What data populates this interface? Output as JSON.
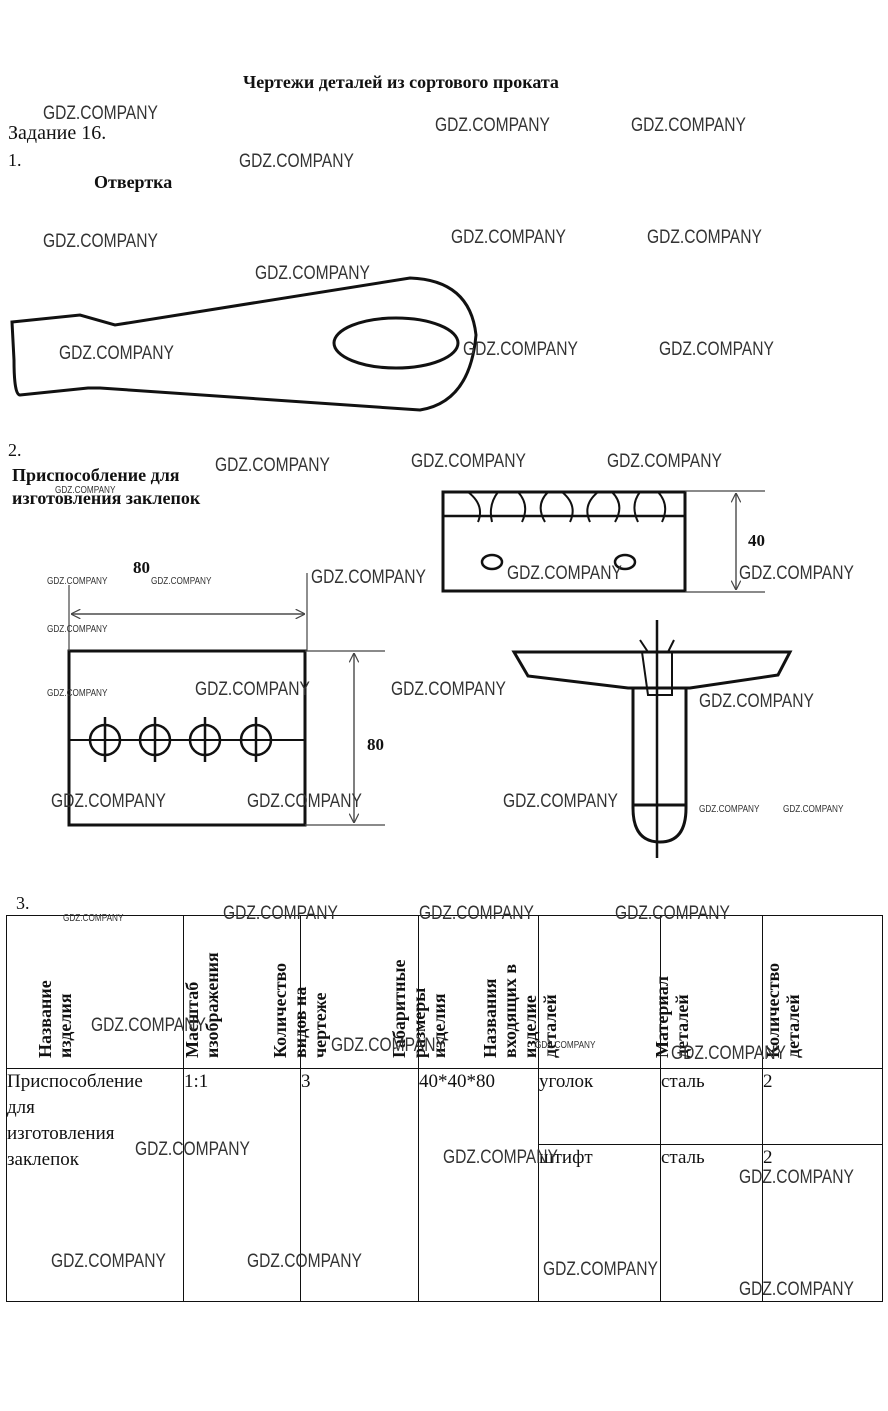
{
  "title": "Чертежи деталей из сортового проката",
  "task": "Задание 16.",
  "items": {
    "n1": "1.",
    "n1_title": "Отвертка",
    "n2": "2.",
    "n2_title_line1": "Приспособление для",
    "n2_title_line2": "изготовления заклепок",
    "n3": "3."
  },
  "dimensions": {
    "top_width": "80",
    "side_height": "80",
    "right_height": "40"
  },
  "watermark": "GDZ.COMPANY",
  "table": {
    "headers": [
      "Название изделия",
      "Масштаб изображения",
      "Количество видов на чертеже",
      "Габаритные размеры изделия",
      "Названия входящих в изделие деталей",
      "Материал деталей",
      "Количество деталей"
    ],
    "headers_lines": [
      [
        "Название",
        "изделия"
      ],
      [
        "Масштаб",
        "изображения"
      ],
      [
        "Количество",
        "видов на",
        "чертеже"
      ],
      [
        "Габаритные",
        "размеры",
        "изделия"
      ],
      [
        "Названия",
        "входящих в",
        "изделие",
        "деталей"
      ],
      [
        "Материал",
        "деталей"
      ],
      [
        "Количество",
        "деталей"
      ]
    ],
    "row": {
      "name_lines": [
        "Приспособление",
        "для",
        "изготовления",
        "заклепок"
      ],
      "scale": "1:1",
      "views": "3",
      "size": "40*40*80",
      "parts": [
        {
          "name": "уголок",
          "material": "сталь",
          "qty": "2"
        },
        {
          "name": "штифт",
          "material": "сталь",
          "qty": "2"
        }
      ]
    }
  }
}
